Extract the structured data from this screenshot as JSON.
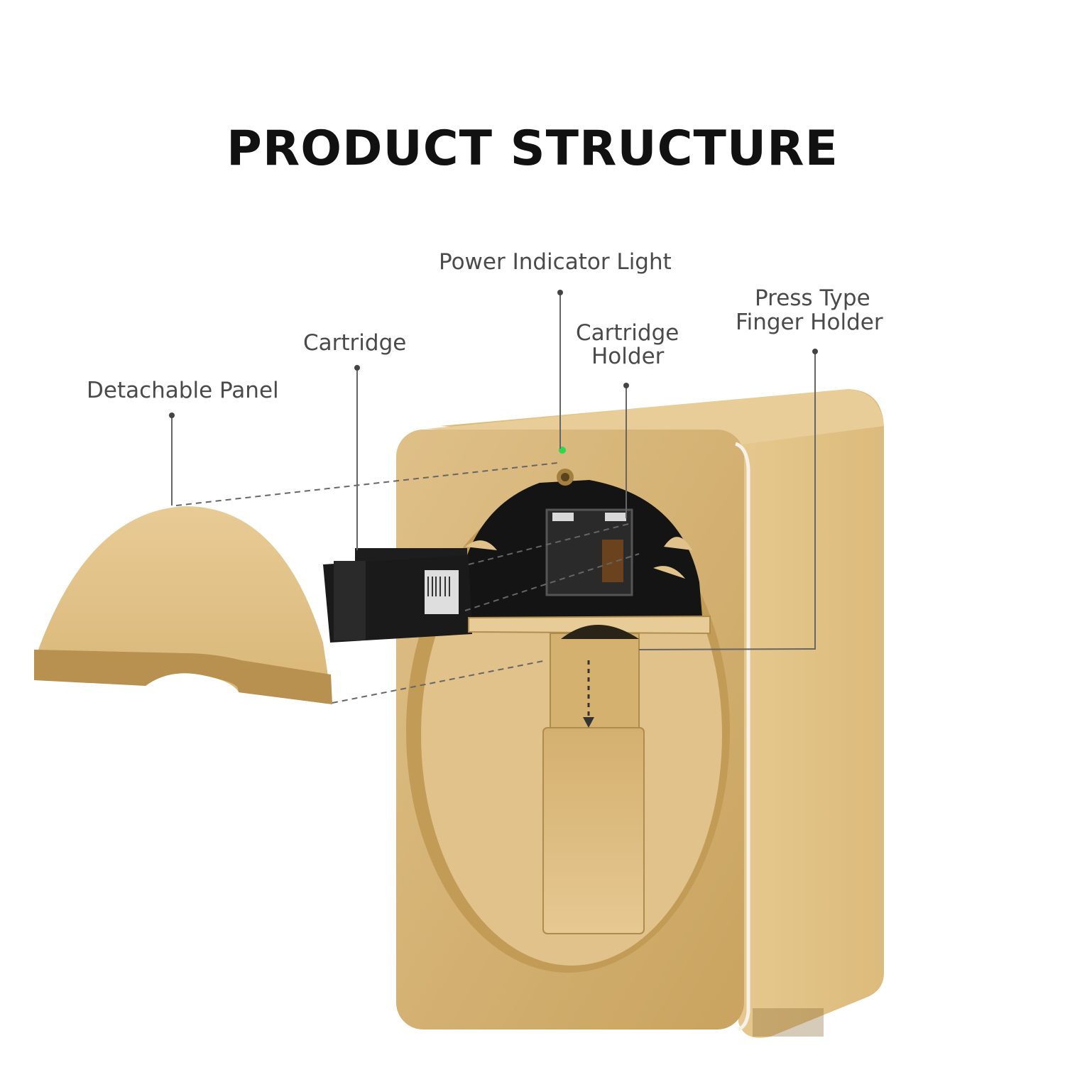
{
  "title": "PRODUCT STRUCTURE",
  "callouts": {
    "power_indicator": "Power Indicator Light",
    "press_type_line1": "Press Type",
    "press_type_line2": "Finger Holder",
    "cartridge": "Cartridge",
    "cartridge_holder_line1": "Cartridge",
    "cartridge_holder_line2": "Holder",
    "detachable_panel": "Detachable Panel"
  },
  "colors": {
    "gold_front": "#d6b273",
    "gold_side": "#e4c58c",
    "gold_dark": "#b8934f",
    "interior": "#141414",
    "indicator": "#2bd94a",
    "leader": "#666666"
  }
}
